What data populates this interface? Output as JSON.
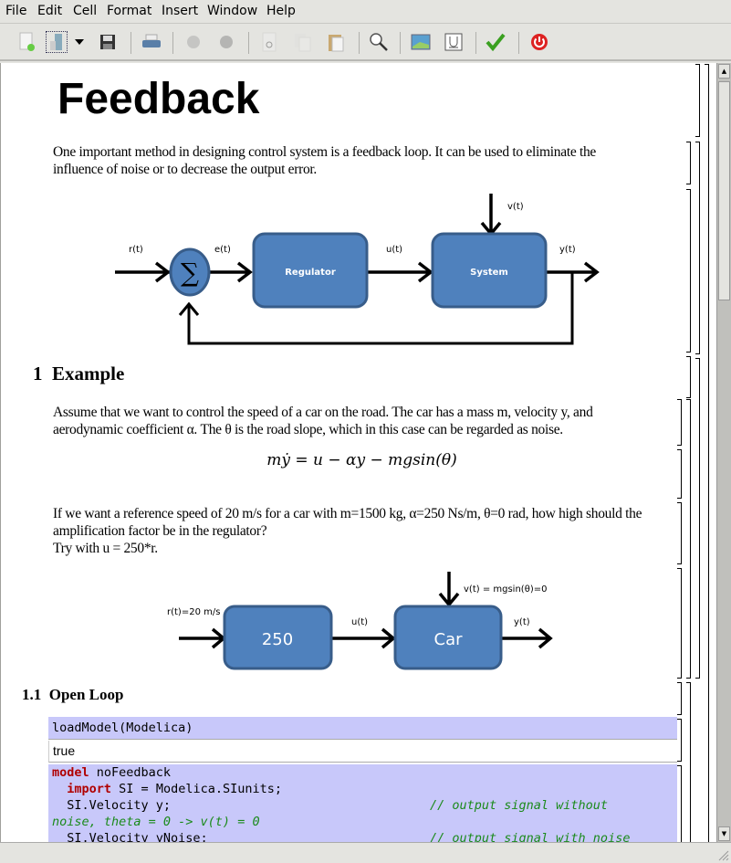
{
  "menu": [
    "File",
    "Edit",
    "Cell",
    "Format",
    "Insert",
    "Window",
    "Help"
  ],
  "toolbar": {
    "icons": [
      "new-document-icon",
      "open-icon",
      "dropdown-icon",
      "save-icon",
      "print-icon",
      "undo-icon",
      "redo-icon",
      "cut-icon",
      "copy-icon",
      "paste-icon",
      "search-icon",
      "image-icon",
      "underline-icon",
      "check-icon",
      "power-icon"
    ],
    "colors": {
      "check": "#3aa020",
      "power": "#dd2222"
    }
  },
  "document": {
    "title": "Feedback",
    "intro": "One important method in designing control system is a feedback loop. It can be used to eliminate the influence of noise or to decrease the output error.",
    "diagram1": {
      "r": "r(t)",
      "e": "e(t)",
      "u": "u(t)",
      "y": "y(t)",
      "v": "v(t)",
      "sum": "∑",
      "regulator": "Regulator",
      "system": "System"
    },
    "section1": {
      "number": "1",
      "title": "Example"
    },
    "para1": "Assume that we want to control the speed of a car on the road. The car has a mass m, velocity y, and aerodynamic coefficient α. The θ is the road slope, which in this case can be regarded as noise.",
    "equation": "mẏ = u − αy − mgsin(θ)",
    "para2_line1": "If we want a reference speed of 20 m/s for a car with m=1500 kg, α=250 Ns/m, θ=0 rad, how high should the amplification factor be in the regulator?",
    "para2_line2": "Try with u = 250*r.",
    "diagram2": {
      "r": "r(t)=20 m/s",
      "gain": "250",
      "u": "u(t)",
      "car": "Car",
      "y": "y(t)",
      "v": "v(t) = mgsin(θ)=0"
    },
    "section11": {
      "number": "1.1",
      "title": "Open Loop"
    },
    "input1": "loadModel(Modelica)",
    "output1": "true",
    "code": {
      "l1_kw": "model",
      "l1": " noFeedback",
      "l2_kw": "import",
      "l2": " SI = Modelica.SIunits;",
      "l3": "  SI.Velocity y;",
      "l3_cm": "// output signal without",
      "l4_cm": "noise, theta = 0 -> v(t) = 0",
      "l5": "  SI.Velocity yNoise;",
      "l5_cm": "// output signal with noise"
    },
    "colors": {
      "block": "#4f81bd",
      "block_border": "#385d8a",
      "input_cell": "#c8c8fa",
      "comment": "#1a8a1a",
      "keyword": "#b00000"
    }
  }
}
